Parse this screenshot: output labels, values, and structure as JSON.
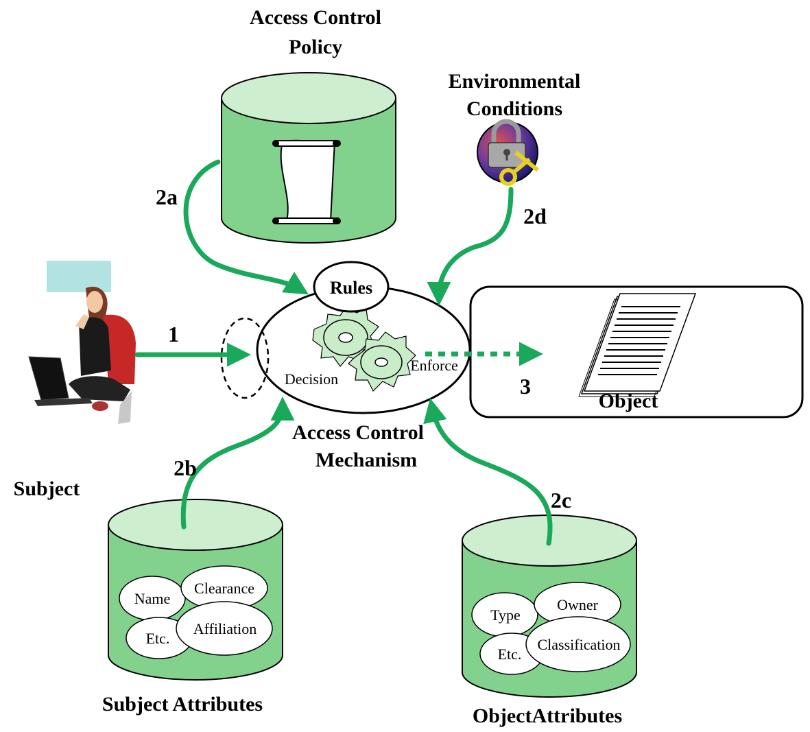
{
  "policy": {
    "title_line1": "Access Control",
    "title_line2": "Policy"
  },
  "environment": {
    "title_line1": "Environmental",
    "title_line2": "Conditions"
  },
  "mechanism": {
    "rules": "Rules",
    "decision": "Decision",
    "enforce": "Enforce",
    "title_line1": "Access Control",
    "title_line2": "Mechanism"
  },
  "subject": {
    "label": "Subject"
  },
  "object": {
    "label": "Object"
  },
  "subject_attributes": {
    "title": "Subject Attributes",
    "items": [
      "Name",
      "Clearance",
      "Etc.",
      "Affiliation"
    ]
  },
  "object_attributes": {
    "title": "ObjectAttributes",
    "items": [
      "Type",
      "Owner",
      "Etc.",
      "Classification"
    ]
  },
  "steps": {
    "s1": "1",
    "s2a": "2a",
    "s2b": "2b",
    "s2c": "2c",
    "s2d": "2d",
    "s3": "3"
  },
  "colors": {
    "arrow_green": "#1aa85a",
    "cylinder_fill": "#82d28e",
    "cylinder_top": "#cdeecf",
    "gear_fill": "#c9ecc9"
  }
}
